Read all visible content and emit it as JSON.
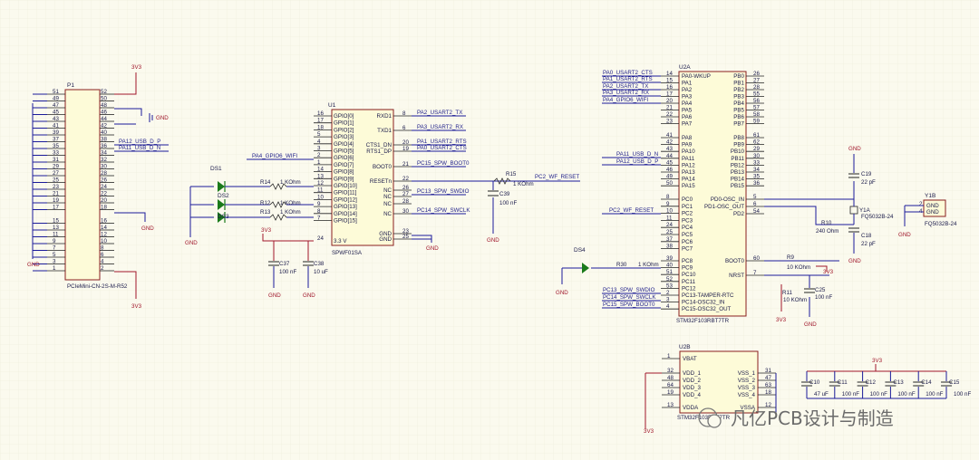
{
  "p1": {
    "ref": "P1",
    "part": "PCIeMini-CN-2S-M-R52",
    "left_pins": [
      "51",
      "49",
      "47",
      "45",
      "43",
      "41",
      "39",
      "37",
      "35",
      "33",
      "31",
      "29",
      "27",
      "25",
      "23",
      "21",
      "19",
      "17",
      "",
      "15",
      "13",
      "11",
      "9",
      "7",
      "5",
      "3",
      "1"
    ],
    "right_pins": [
      "52",
      "50",
      "48",
      "46",
      "44",
      "42",
      "40",
      "38",
      "36",
      "34",
      "32",
      "30",
      "28",
      "26",
      "24",
      "22",
      "20",
      "18",
      "",
      "16",
      "14",
      "12",
      "10",
      "8",
      "6",
      "4",
      "2"
    ],
    "net_usb_dp": "PA12_USB_D_P",
    "net_usb_dn": "PA11_USB_D_N",
    "gnd": "GND",
    "v3": "3V3"
  },
  "u1": {
    "ref": "U1",
    "part": "SPWF01SA",
    "left_pins": [
      {
        "num": "16",
        "name": "GPIO[0]"
      },
      {
        "num": "17",
        "name": "GPIO[1]"
      },
      {
        "num": "18",
        "name": "GPIO[2]"
      },
      {
        "num": "5",
        "name": "GPIO[3]"
      },
      {
        "num": "4",
        "name": "GPIO[4]"
      },
      {
        "num": "3",
        "name": "GPIO[5]"
      },
      {
        "num": "2",
        "name": "GPIO[6]"
      },
      {
        "num": "1",
        "name": "GPIO[7]"
      },
      {
        "num": "14",
        "name": "GPIO[8]"
      },
      {
        "num": "13",
        "name": "GPIO[9]"
      },
      {
        "num": "12",
        "name": "GPIO[10]"
      },
      {
        "num": "11",
        "name": "GPIO[11]"
      },
      {
        "num": "10",
        "name": "GPIO[12]"
      },
      {
        "num": "9",
        "name": "GPIO[13]"
      },
      {
        "num": "8",
        "name": "GPIO[14]"
      },
      {
        "num": "7",
        "name": "GPIO[15]"
      }
    ],
    "right_pins": [
      {
        "num": "8",
        "name": "RXD1"
      },
      {
        "num": "6",
        "name": "TXD1"
      },
      {
        "num": "20",
        "name": "CTS1_DN"
      },
      {
        "num": "19",
        "name": "RTS1_DP"
      },
      {
        "num": "21",
        "name": "BOOT0"
      },
      {
        "num": "22",
        "name": "RESETn"
      },
      {
        "num": "26",
        "name": "NC"
      },
      {
        "num": "27",
        "name": "NC"
      },
      {
        "num": "28",
        "name": "NC"
      },
      {
        "num": "30",
        "name": "NC"
      },
      {
        "num": "23",
        "name": "GND"
      },
      {
        "num": "25",
        "name": "GND"
      }
    ],
    "v33_label": "3.3 V",
    "v33_pin": "24"
  },
  "u1_nets": {
    "rx": "PA2_USART2_TX",
    "tx": "PA3_USART2_RX",
    "cts": "PA1_USART2_RTS",
    "rts": "PA0_USART2_CTS",
    "boot": "PC15_SPW_BOOT0",
    "reset": "PC2_WF_RESET",
    "swdio": "PC13_SPW_SWDIO",
    "swclk": "PC14_SPW_SWCLK",
    "wifi": "PA4_GPIO6_WIFI"
  },
  "u1_parts": {
    "ds1": "DS1",
    "ds2": "DS2",
    "ds3": "DS3",
    "r14": "R14",
    "r12": "R12",
    "r13": "R13",
    "r1k": "1 KOhm",
    "r15": "R15",
    "r15v": "1 KOhm",
    "c39": "C39",
    "c39v": "100 nF",
    "c37": "C37",
    "c37v": "100 nF",
    "c38": "C38",
    "c38v": "10 uF"
  },
  "u2a": {
    "ref": "U2A",
    "part": "STM32F103RBT7TR",
    "left_pins": [
      {
        "num": "14",
        "name": "PA0-WKUP"
      },
      {
        "num": "15",
        "name": "PA1"
      },
      {
        "num": "16",
        "name": "PA2"
      },
      {
        "num": "17",
        "name": "PA3"
      },
      {
        "num": "20",
        "name": "PA4"
      },
      {
        "num": "21",
        "name": "PA5"
      },
      {
        "num": "22",
        "name": "PA6"
      },
      {
        "num": "23",
        "name": "PA7"
      },
      {
        "num": "41",
        "name": "PA8"
      },
      {
        "num": "42",
        "name": "PA9"
      },
      {
        "num": "43",
        "name": "PA10"
      },
      {
        "num": "44",
        "name": "PA11"
      },
      {
        "num": "45",
        "name": "PA12"
      },
      {
        "num": "46",
        "name": "PA13"
      },
      {
        "num": "49",
        "name": "PA14"
      },
      {
        "num": "50",
        "name": "PA15"
      },
      {
        "num": "8",
        "name": "PC0"
      },
      {
        "num": "9",
        "name": "PC1"
      },
      {
        "num": "10",
        "name": "PC2"
      },
      {
        "num": "11",
        "name": "PC3"
      },
      {
        "num": "24",
        "name": "PC4"
      },
      {
        "num": "25",
        "name": "PC5"
      },
      {
        "num": "37",
        "name": "PC6"
      },
      {
        "num": "38",
        "name": "PC7"
      },
      {
        "num": "39",
        "name": "PC8"
      },
      {
        "num": "40",
        "name": "PC9"
      },
      {
        "num": "51",
        "name": "PC10"
      },
      {
        "num": "52",
        "name": "PC11"
      },
      {
        "num": "53",
        "name": "PC12"
      },
      {
        "num": "2",
        "name": "PC13-TAMPER-RTC"
      },
      {
        "num": "3",
        "name": "PC14-OSC32_IN"
      },
      {
        "num": "4",
        "name": "PC15-OSC32_OUT"
      }
    ],
    "right_pins": [
      {
        "num": "26",
        "name": "PB0"
      },
      {
        "num": "27",
        "name": "PB1"
      },
      {
        "num": "28",
        "name": "PB2"
      },
      {
        "num": "55",
        "name": "PB3"
      },
      {
        "num": "56",
        "name": "PB4"
      },
      {
        "num": "57",
        "name": "PB5"
      },
      {
        "num": "58",
        "name": "PB6"
      },
      {
        "num": "59",
        "name": "PB7"
      },
      {
        "num": "61",
        "name": "PB8"
      },
      {
        "num": "62",
        "name": "PB9"
      },
      {
        "num": "29",
        "name": "PB10"
      },
      {
        "num": "30",
        "name": "PB11"
      },
      {
        "num": "33",
        "name": "PB12"
      },
      {
        "num": "34",
        "name": "PB13"
      },
      {
        "num": "35",
        "name": "PB14"
      },
      {
        "num": "36",
        "name": "PB15"
      },
      {
        "num": "5",
        "name": "PD0-OSC_IN"
      },
      {
        "num": "6",
        "name": "PD1-OSC_OUT"
      },
      {
        "num": "54",
        "name": "PD2"
      },
      {
        "num": "60",
        "name": "BOOT0"
      },
      {
        "num": "7",
        "name": "NRST"
      }
    ]
  },
  "u2a_nets": {
    "n0": "PA0_USART2_CTS",
    "n1": "PA1_USART2_RTS",
    "n2": "PA2_USART2_TX",
    "n3": "PA3_USART2_RX",
    "n4": "PA4_GPIO6_WIFI",
    "dn": "PA11_USB_D_N",
    "dp": "PA12_USB_D_P",
    "reset": "PC2_WF_RESET",
    "swdio": "PC13_SPW_SWDIO",
    "swclk": "PC14_SPW_SWCLK",
    "boot": "PC15_SPW_BOOT0"
  },
  "u2a_parts": {
    "c19": "C19",
    "c19v": "22 pF",
    "c18": "C18",
    "c18v": "22 pF",
    "y1a": "Y1A",
    "y1p": "FQ5032B-24",
    "r10": "R10",
    "r10v": "240 Ohm",
    "r9": "R9",
    "r9v": "10 KOhm",
    "r11": "R11",
    "r11v": "10 KOhm",
    "c25": "C25",
    "c25v": "100 nF",
    "r30": "R30",
    "r30v": "1 KOhm",
    "ds4": "DS4"
  },
  "y1b": {
    "ref": "Y1B",
    "part": "FQ5032B-24",
    "pin2": "2",
    "pin4": "4",
    "g1": "GND",
    "g2": "GND"
  },
  "u2b": {
    "ref": "U2B",
    "part": "STM32F103RBT7TR",
    "rows": [
      {
        "l": "1",
        "name": "VBAT",
        "r": ""
      },
      {
        "l": "32",
        "name": "VDD_1",
        "rname": "VSS_1",
        "r": "31"
      },
      {
        "l": "48",
        "name": "VDD_2",
        "rname": "VSS_2",
        "r": "47"
      },
      {
        "l": "64",
        "name": "VDD_3",
        "rname": "VSS_3",
        "r": "63"
      },
      {
        "l": "19",
        "name": "VDD_4",
        "rname": "VSS_4",
        "r": "18"
      },
      {
        "l": "13",
        "name": "VDDA",
        "rname": "VSSA",
        "r": "12"
      }
    ]
  },
  "decap": {
    "refs": [
      "C10",
      "C11",
      "C12",
      "C13",
      "C14",
      "C15"
    ],
    "vals": [
      "47 uF",
      "100 nF",
      "100 nF",
      "100 nF",
      "100 nF",
      "100 nF"
    ]
  },
  "watermark": "凡亿PCB设计与制造",
  "colors": {
    "bg": "#fbfaee",
    "wire": "#1b1b9a",
    "box_border": "#8a1f1f",
    "box_fill": "#fdfbd8",
    "power": "#a0162a"
  }
}
